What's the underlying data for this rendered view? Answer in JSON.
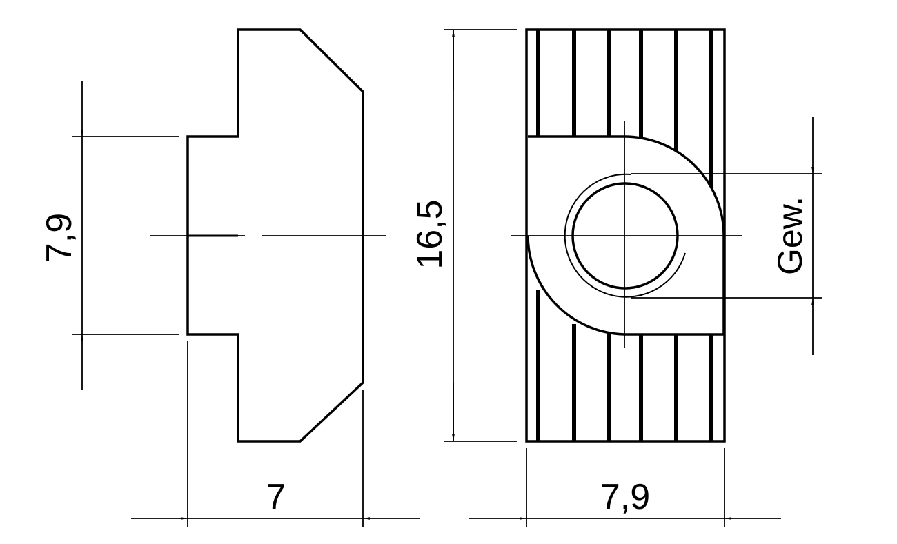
{
  "drawing": {
    "line_color": "#000000",
    "background": "#ffffff"
  },
  "side_view": {
    "dim_height_label": "7,9",
    "dim_width_label": "7"
  },
  "front_view": {
    "dim_height_label": "16,5",
    "dim_width_label": "7,9",
    "thread_label": "Gew."
  }
}
